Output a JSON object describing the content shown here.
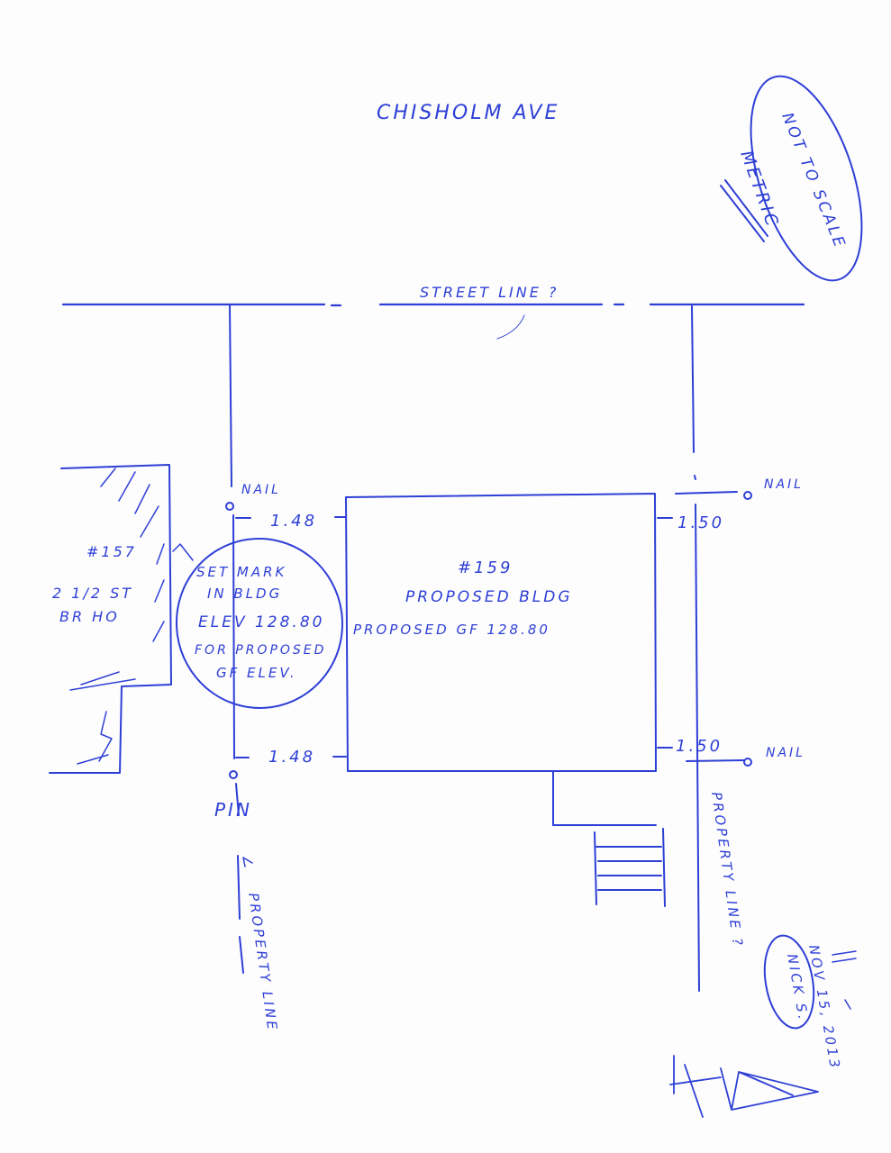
{
  "street_name": "CHISHOLM AVE",
  "scale_note": {
    "line1": "NOT TO SCALE",
    "line2": "METRIC"
  },
  "street_line_label": "STREET LINE ?",
  "nail_left_label": "NAIL",
  "nail_right_top_label": "NAIL",
  "nail_right_bottom_label": "NAIL",
  "pin_label": "PIN",
  "dim_left_top": "1.48",
  "dim_left_bottom": "1.48",
  "dim_right_top": "1.50",
  "dim_right_bottom": "1.50",
  "neighbor_house": {
    "number": "#157",
    "desc1": "2 1/2 ST",
    "desc2": "BR HO"
  },
  "benchmark_note": [
    "SET MARK",
    "IN BLDG",
    "ELEV 128.80",
    "FOR PROPOSED",
    "GF ELEV."
  ],
  "proposed_building": {
    "number": "#159",
    "label": "PROPOSED BLDG",
    "gf": "PROPOSED GF 128.80"
  },
  "property_line_left": "PROPERTY LINE",
  "property_line_right": "PROPERTY LINE ?",
  "signature_date": "NOV 15, 2013",
  "signature_name": "NICK S.",
  "colors": {
    "ink": "#2e3fd6",
    "paper": "#fdfdfd"
  }
}
